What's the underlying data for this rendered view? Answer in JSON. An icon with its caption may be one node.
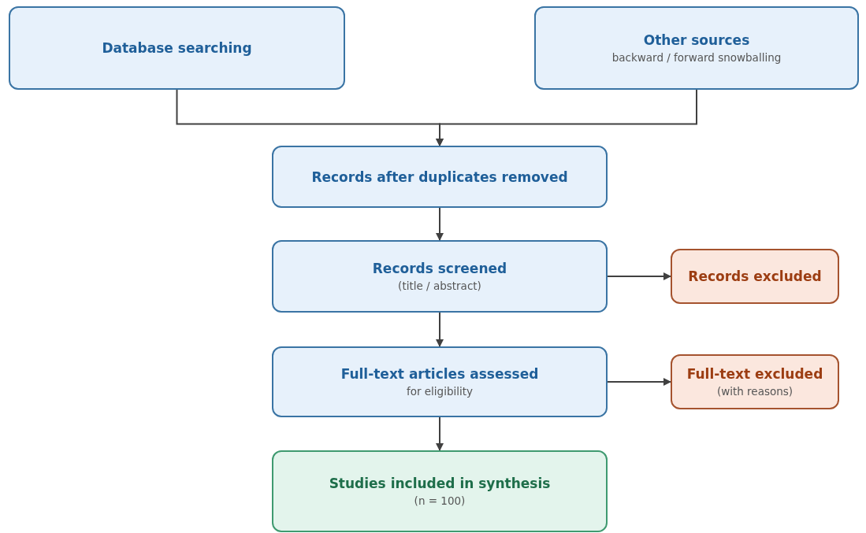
{
  "diagram": {
    "nodes": [
      {
        "text": [
          "Database searching"
        ]
      },
      {
        "text": [
          "Other sources",
          "backward / forward snowballing"
        ]
      },
      {
        "text": [
          "Records after duplicates removed"
        ]
      },
      {
        "text": [
          "Records screened",
          "(title / abstract)"
        ]
      },
      {
        "text": [
          "Records excluded"
        ]
      },
      {
        "text": [
          "Full-text articles assessed",
          "for eligibility"
        ]
      },
      {
        "text": [
          "Full-text excluded",
          "(with reasons)"
        ]
      },
      {
        "text": [
          "Studies included in synthesis",
          "(n = 100)"
        ]
      }
    ],
    "edges": [
      {
        "from": 0,
        "to": 2,
        "arrow": "to"
      },
      {
        "from": 1,
        "to": 2,
        "arrow": "to"
      },
      {
        "from": 2,
        "to": 3,
        "arrow": "to"
      },
      {
        "from": 3,
        "to": 4,
        "arrow": "to"
      },
      {
        "from": 3,
        "to": 5,
        "arrow": "to"
      },
      {
        "from": 5,
        "to": 6,
        "arrow": "to"
      },
      {
        "from": 5,
        "to": 7,
        "arrow": "to"
      }
    ]
  }
}
